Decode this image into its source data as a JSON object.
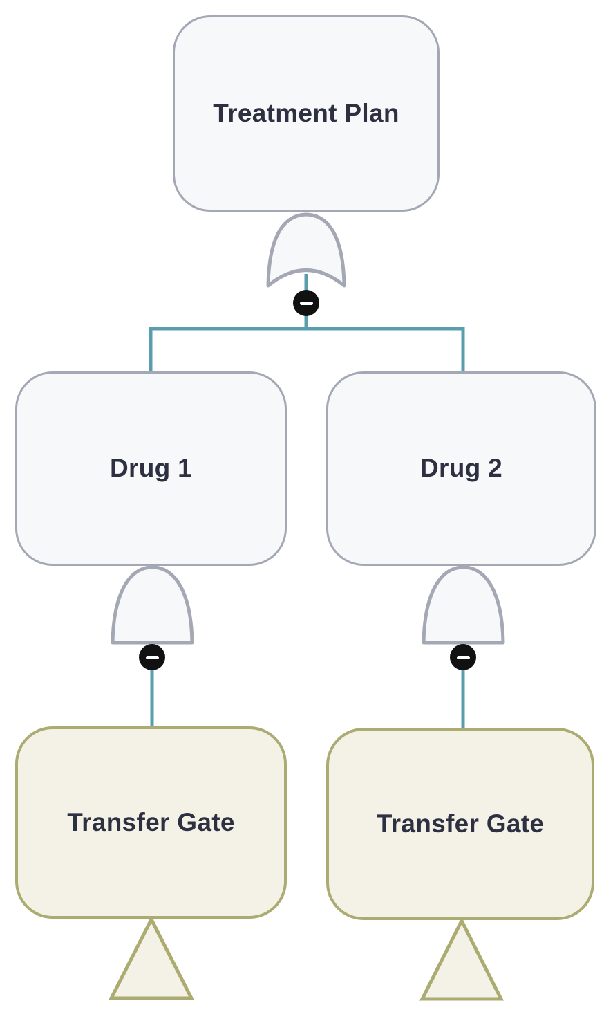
{
  "diagram": {
    "type": "fault-tree",
    "root": {
      "label": "Treatment Plan",
      "gate": "OR",
      "collapse_state": "expanded",
      "collapse_glyph": "minus"
    },
    "children": [
      {
        "label": "Drug 1",
        "gate": "AND",
        "collapse_state": "expanded",
        "collapse_glyph": "minus",
        "child": {
          "label": "Transfer Gate",
          "symbol": "transfer-triangle"
        }
      },
      {
        "label": "Drug 2",
        "gate": "AND",
        "collapse_state": "expanded",
        "collapse_glyph": "minus",
        "child": {
          "label": "Transfer Gate",
          "symbol": "transfer-triangle"
        }
      }
    ],
    "colors": {
      "connector_teal": "#5a9dad",
      "event_border_gray": "#a4a7b4",
      "event_fill": "#f7f8fa",
      "transfer_border_olive": "#abab72",
      "transfer_fill": "#f4f2e6",
      "label_text": "#2c3041",
      "collapse_button_bg": "#111111",
      "collapse_button_glyph": "#ffffff",
      "background": "#ffffff"
    }
  }
}
